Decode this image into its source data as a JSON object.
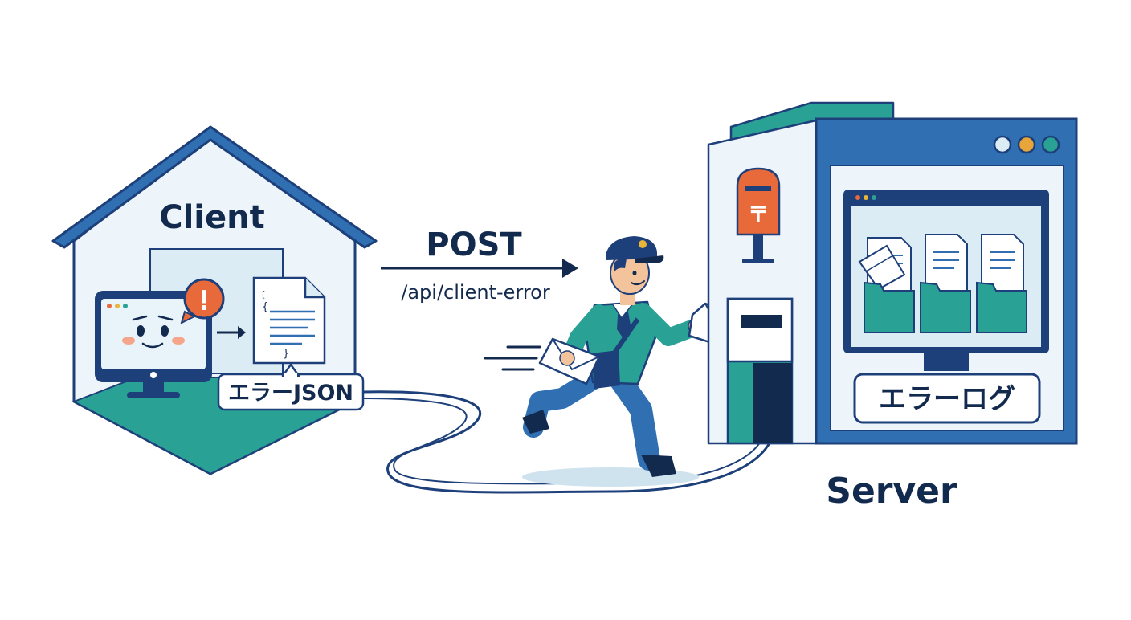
{
  "client": {
    "title": "Client",
    "error_badge": "!",
    "json_label": "エラーJSON",
    "json_brackets": [
      "[",
      "{",
      "}"
    ]
  },
  "request": {
    "method": "POST",
    "endpoint": "/api/client-error"
  },
  "server": {
    "title": "Server",
    "mailbox_mark": "〒",
    "log_label": "エラーログ"
  },
  "colors": {
    "navy": "#1d3f7a",
    "teal": "#2aa195",
    "light_blue": "#dcecf4",
    "orange": "#e86a3a",
    "dark_text": "#132a4f"
  }
}
